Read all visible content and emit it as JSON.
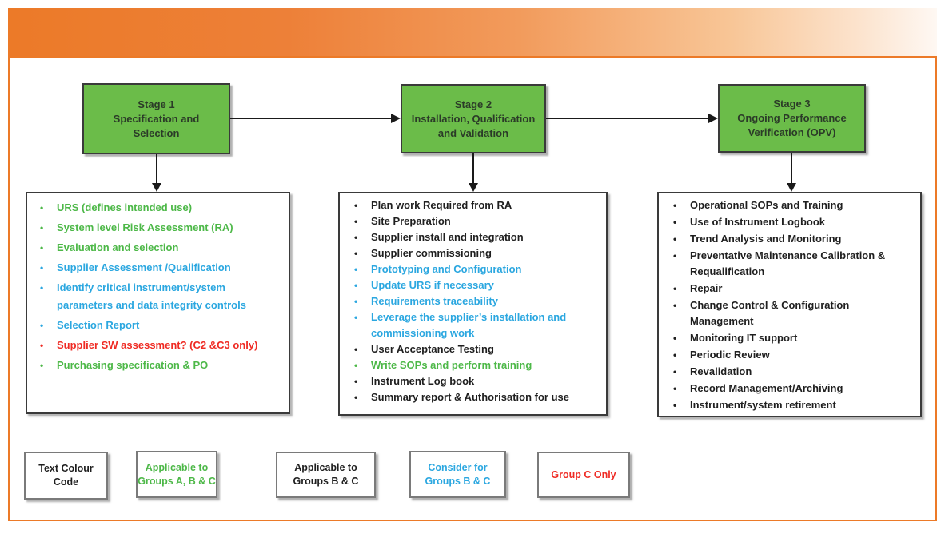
{
  "colors": {
    "orange": "#EC7A28",
    "green_fill": "#6BBC49",
    "green": "#4DB848",
    "blue": "#2BA7E0",
    "red": "#EF2B24",
    "black": "#1F1F1F",
    "box_border": "#3A3A3A",
    "legend_border": "#7A7A7A"
  },
  "stages": [
    {
      "title": "Stage 1\nSpecification and\nSelection",
      "items": [
        {
          "color": "green",
          "text": "URS (defines intended use)"
        },
        {
          "color": "green",
          "text": "System level Risk Assessment (RA)"
        },
        {
          "color": "green",
          "text": "Evaluation and selection"
        },
        {
          "color": "blue",
          "text": "Supplier Assessment /Qualification"
        },
        {
          "color": "blue",
          "text": "Identify critical instrument/system parameters and data integrity controls"
        },
        {
          "color": "blue",
          "text": "Selection Report"
        },
        {
          "color": "red",
          "text": "Supplier SW assessment? (C2 &C3 only)"
        },
        {
          "color": "green",
          "text": "Purchasing specification & PO"
        }
      ]
    },
    {
      "title": "Stage 2\nInstallation, Qualification\nand Validation",
      "items": [
        {
          "color": "black",
          "text": "Plan work Required from RA"
        },
        {
          "color": "black",
          "text": "Site Preparation"
        },
        {
          "color": "black",
          "text": "Supplier install and integration"
        },
        {
          "color": "black",
          "text": "Supplier commissioning"
        },
        {
          "color": "blue",
          "text": "Prototyping and Configuration"
        },
        {
          "color": "blue",
          "text": "Update URS if necessary"
        },
        {
          "color": "blue",
          "text": "Requirements traceability"
        },
        {
          "color": "blue",
          "text": "Leverage the supplier’s installation and commissioning work"
        },
        {
          "color": "black",
          "text": "User Acceptance Testing"
        },
        {
          "color": "green",
          "text": "Write SOPs and perform training"
        },
        {
          "color": "black",
          "text": "Instrument Log book"
        },
        {
          "color": "black",
          "text": "Summary report & Authorisation for use"
        }
      ]
    },
    {
      "title": "Stage 3\nOngoing Performance\nVerification (OPV)",
      "items": [
        {
          "color": "black",
          "text": "Operational SOPs and Training"
        },
        {
          "color": "black",
          "text": "Use of Instrument Logbook"
        },
        {
          "color": "black",
          "text": "Trend Analysis and Monitoring"
        },
        {
          "color": "black",
          "text": "Preventative Maintenance Calibration & Requalification"
        },
        {
          "color": "black",
          "text": "Repair"
        },
        {
          "color": "black",
          "text": "Change Control & Configuration Management"
        },
        {
          "color": "black",
          "text": "Monitoring IT support"
        },
        {
          "color": "black",
          "text": "Periodic Review"
        },
        {
          "color": "black",
          "text": "Revalidation"
        },
        {
          "color": "black",
          "text": "Record Management/Archiving"
        },
        {
          "color": "black",
          "text": "Instrument/system retirement"
        }
      ]
    }
  ],
  "legend": [
    {
      "color": "black",
      "text": "Text Colour\nCode"
    },
    {
      "color": "green",
      "text": "Applicable to\nGroups A, B & C"
    },
    {
      "color": "black",
      "text": "Applicable to\nGroups B & C"
    },
    {
      "color": "blue",
      "text": "Consider for\nGroups B & C"
    },
    {
      "color": "red",
      "text": "Group C Only"
    }
  ]
}
